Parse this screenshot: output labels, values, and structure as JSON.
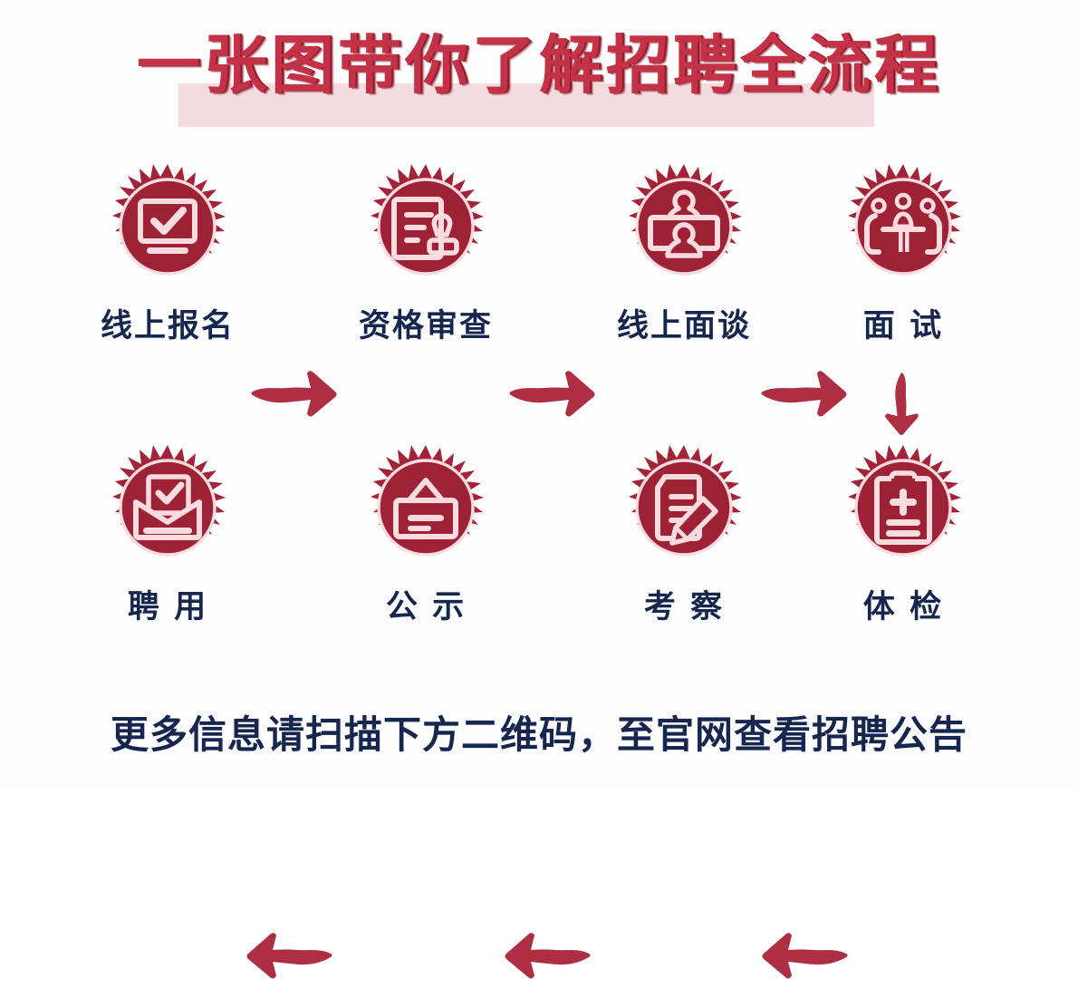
{
  "poster": {
    "title": "一张图带你了解招聘全流程",
    "footer_note": "更多信息请扫描下方二维码，至官网查看招聘公告",
    "colors": {
      "badge_crimson": "#A32438",
      "badge_dark": "#8E1B2C",
      "icon_pink": "#FADCE0",
      "title_red": "#C43247",
      "title_band": "#F2DCDF",
      "label_navy": "#16264F",
      "arrow_red": "#AE2F43",
      "background": "#FDFDFD"
    }
  },
  "flow": {
    "row1": [
      {
        "label": "线上报名",
        "icon": "monitor-check-icon",
        "step": 1
      },
      {
        "label": "资格审查",
        "icon": "document-stamp-icon",
        "step": 2
      },
      {
        "label": "线上面谈",
        "icon": "video-interview-icon",
        "step": 3
      },
      {
        "label": "面 试",
        "icon": "panel-interview-icon",
        "step": 4
      }
    ],
    "row2": [
      {
        "label": "聘 用",
        "icon": "envelope-check-icon",
        "step": 8
      },
      {
        "label": "公 示",
        "icon": "notice-board-icon",
        "step": 7
      },
      {
        "label": "考 察",
        "icon": "document-pencil-icon",
        "step": 6
      },
      {
        "label": "体 检",
        "icon": "medical-clipboard-icon",
        "step": 5
      }
    ],
    "arrows": [
      {
        "name": "arrow-step1-to-step2",
        "direction": "right"
      },
      {
        "name": "arrow-step2-to-step3",
        "direction": "right"
      },
      {
        "name": "arrow-step3-to-step4",
        "direction": "right"
      },
      {
        "name": "arrow-step4-to-step5",
        "direction": "down"
      },
      {
        "name": "arrow-step5-to-step6",
        "direction": "left"
      },
      {
        "name": "arrow-step6-to-step7",
        "direction": "left"
      },
      {
        "name": "arrow-step7-to-step8",
        "direction": "left"
      }
    ]
  }
}
